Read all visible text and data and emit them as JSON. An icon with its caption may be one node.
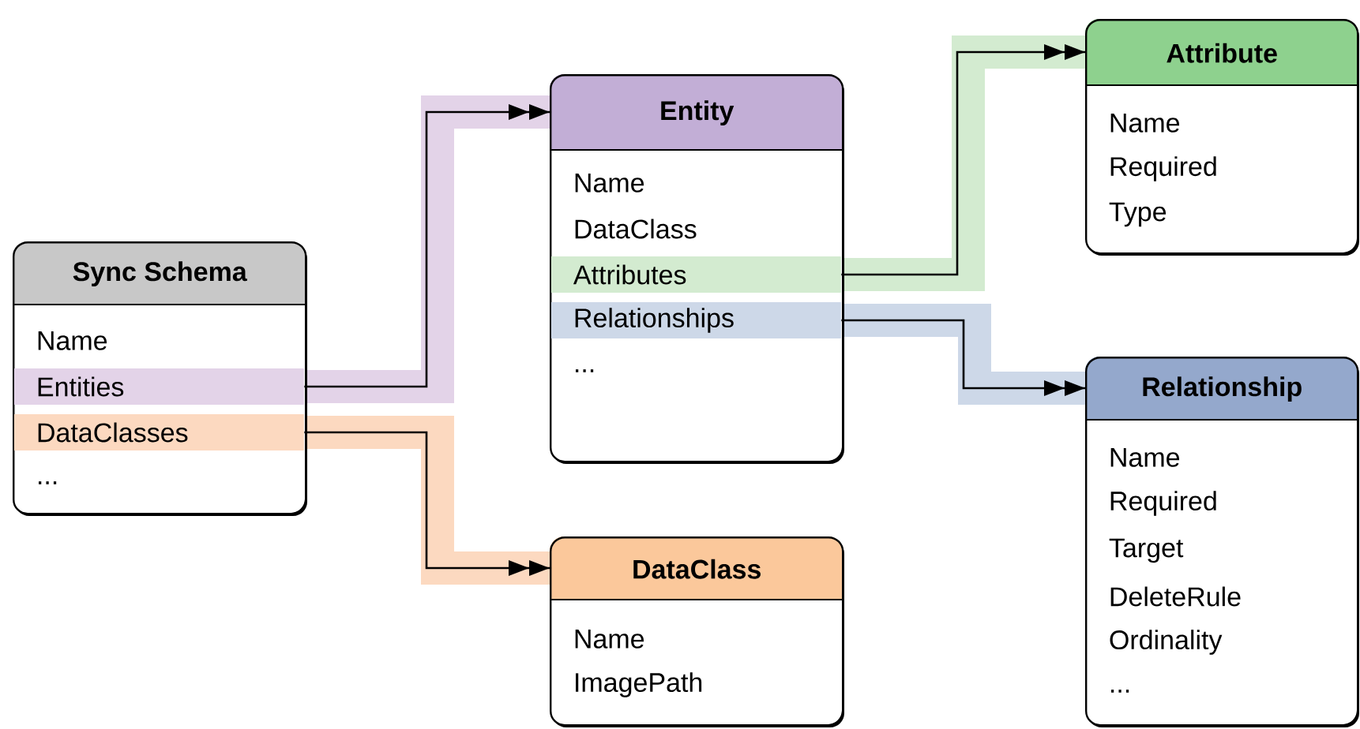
{
  "diagram": {
    "nodes": [
      {
        "text": [
          "Sync Schema"
        ]
      },
      {
        "text": [
          "Name"
        ],
        "in": 0
      },
      {
        "text": [
          "Entities"
        ],
        "in": 0
      },
      {
        "text": [
          "DataClasses"
        ],
        "in": 0
      },
      {
        "text": [
          "..."
        ],
        "in": 0
      },
      {
        "text": [
          "Entity"
        ]
      },
      {
        "text": [
          "Name"
        ],
        "in": 5
      },
      {
        "text": [
          "DataClass"
        ],
        "in": 5
      },
      {
        "text": [
          "Attributes"
        ],
        "in": 5
      },
      {
        "text": [
          "Relationships"
        ],
        "in": 5
      },
      {
        "text": [
          "..."
        ],
        "in": 5
      },
      {
        "text": [
          "Attribute"
        ]
      },
      {
        "text": [
          "Name"
        ],
        "in": 11
      },
      {
        "text": [
          "Required"
        ],
        "in": 11
      },
      {
        "text": [
          "Type"
        ],
        "in": 11
      },
      {
        "text": [
          "Relationship"
        ]
      },
      {
        "text": [
          "Name"
        ],
        "in": 15
      },
      {
        "text": [
          "Required"
        ],
        "in": 15
      },
      {
        "text": [
          "Target"
        ],
        "in": 15
      },
      {
        "text": [
          "DeleteRule"
        ],
        "in": 15
      },
      {
        "text": [
          "Ordinality"
        ],
        "in": 15
      },
      {
        "text": [
          "..."
        ],
        "in": 15
      },
      {
        "text": [
          "DataClass"
        ]
      },
      {
        "text": [
          "Name"
        ],
        "in": 22
      },
      {
        "text": [
          "ImagePath"
        ],
        "in": 22
      }
    ],
    "edges": [
      {
        "from": 2,
        "to": 5,
        "arrow": "to"
      },
      {
        "from": 3,
        "to": 22,
        "arrow": "to"
      },
      {
        "from": 8,
        "to": 11,
        "arrow": "to"
      },
      {
        "from": 9,
        "to": 15,
        "arrow": "to"
      }
    ]
  }
}
